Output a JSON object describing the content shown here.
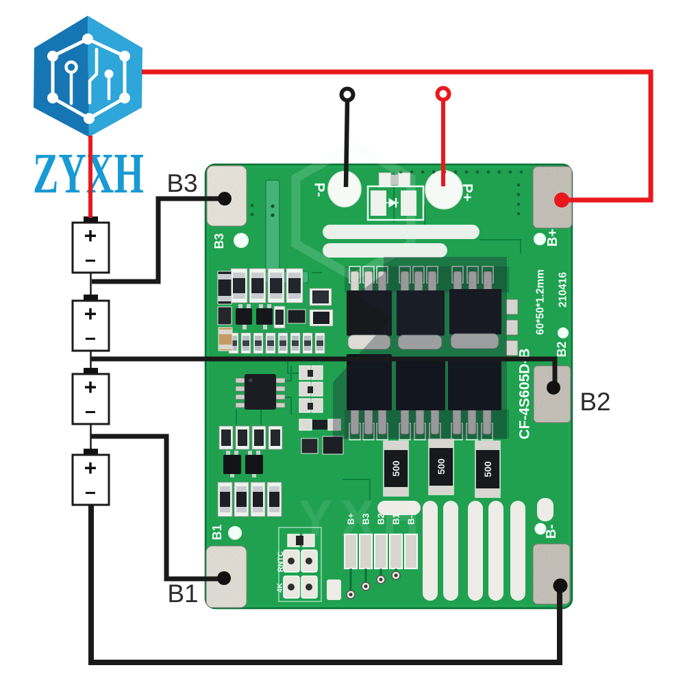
{
  "brand": {
    "logo_text": "ZYXH",
    "watermark": "YXH"
  },
  "wiring": {
    "node_labels": {
      "b3": "B3",
      "b2": "B2",
      "b1": "B1"
    },
    "battery_terminals": {
      "plus": "+",
      "minus": "−"
    },
    "wire_colors": {
      "positive": "#e8191d",
      "negative": "#1a1a1a"
    }
  },
  "board": {
    "silk": {
      "p_minus": "P-",
      "p_plus": "P+",
      "b_plus": "B+",
      "b3_edge": "B3",
      "b2_edge": "B2",
      "b1_edge": "B1",
      "b_minus_edge": "B-",
      "rntc": "RNTC",
      "ntc_value": "4K",
      "model": "CF-4S605D-B",
      "dimensions": "60*50*1.2mm",
      "date_code": "210416"
    },
    "balance_pads": [
      "B+",
      "B3",
      "B2",
      "B1",
      "B-"
    ],
    "shunt_resistors": [
      "500",
      "500",
      "500"
    ],
    "colors": {
      "pcb": "#1fa150",
      "pad_silver": "#cdc9c1",
      "pad_white": "#f0ede5",
      "silk": "#f2fff7"
    }
  }
}
